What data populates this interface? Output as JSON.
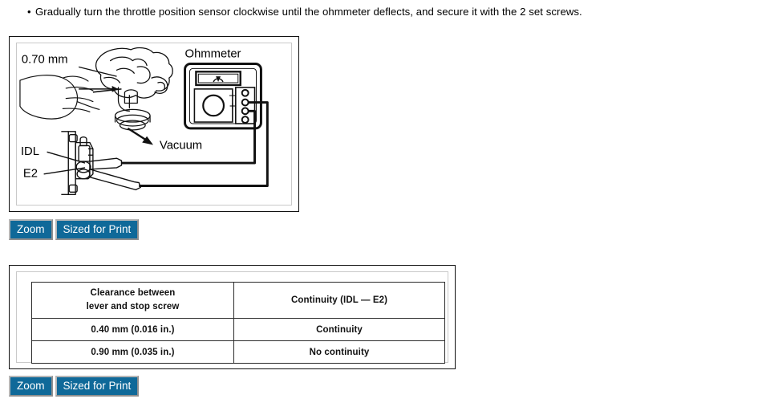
{
  "instruction": {
    "bullet_glyph": "•",
    "text": "Gradually turn the throttle position sensor clockwise until the ohmmeter deflects, and secure it with the 2 set screws."
  },
  "figure_diagram": {
    "labels": {
      "clearance": "0.70 mm",
      "ohmmeter": "Ohmmeter",
      "vacuum": "Vacuum",
      "idl": "IDL",
      "e2": "E2"
    },
    "toolbar": {
      "zoom_label": "Zoom",
      "print_label": "Sized for Print"
    }
  },
  "figure_table": {
    "columns": [
      {
        "line1": "Clearance between",
        "line2": "lever and stop screw"
      },
      {
        "line1": "Continuity (IDL  —  E2)",
        "line2": ""
      }
    ],
    "rows": [
      {
        "clearance": "0.40 mm (0.016 in.)",
        "continuity": "Continuity"
      },
      {
        "clearance": "0.90 mm (0.035 in.)",
        "continuity": "No continuity"
      }
    ],
    "toolbar": {
      "zoom_label": "Zoom",
      "print_label": "Sized for Print"
    }
  },
  "colors": {
    "button_bg": "#0f6999",
    "button_text": "#ffffff",
    "frame_border": "#111111",
    "page_bg": "#ffffff"
  }
}
